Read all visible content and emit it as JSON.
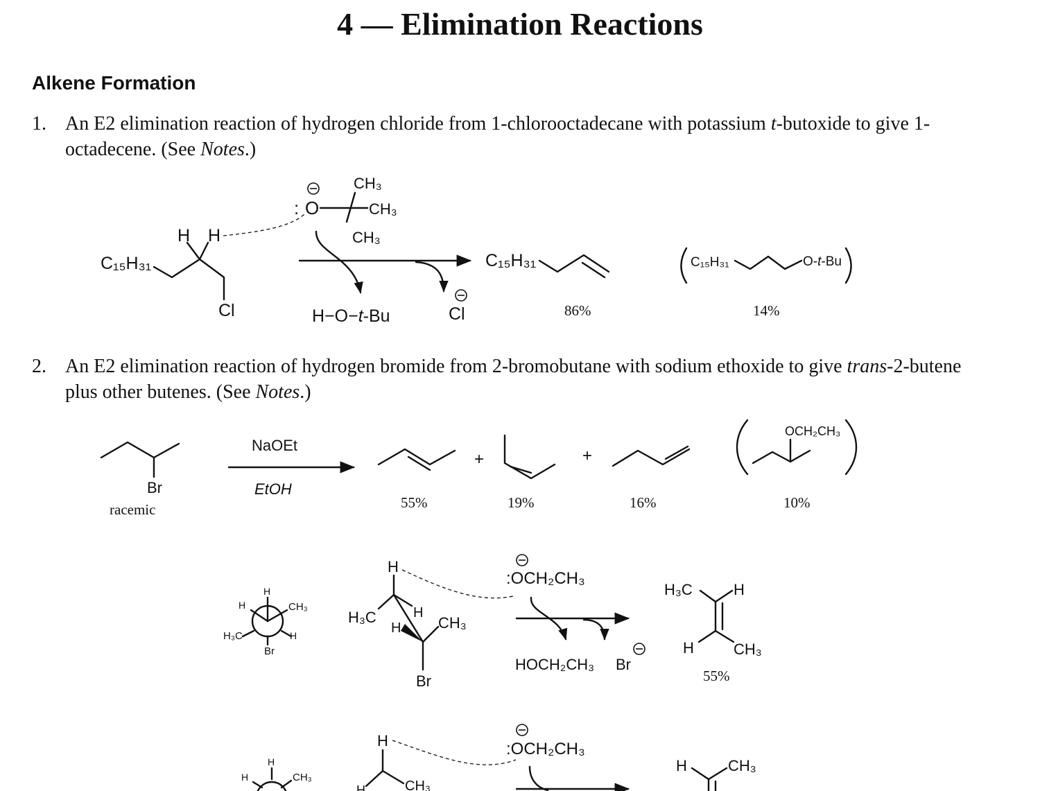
{
  "title": "4 — Elimination Reactions",
  "section": "Alkene Formation",
  "items": [
    {
      "number": "1.",
      "text_a": "An E2 elimination reaction of hydrogen chloride from 1-chlorooctadecane with potassium ",
      "text_italic": "t",
      "text_b": "-butoxide to give 1-octadecene. (See ",
      "notes": "Notes",
      "text_c": ".)"
    },
    {
      "number": "2.",
      "text_a": "An E2 elimination reaction of hydrogen bromide from 2-bromobutane with sodium ethoxide to give ",
      "text_italic": "trans",
      "text_b": "-2-butene plus other butenes. (See ",
      "notes": "Notes",
      "text_c": ".)"
    }
  ],
  "scheme1": {
    "c15h31": "C₁₅H₃₁",
    "h_atom": "H",
    "cl": "Cl",
    "colon": ":",
    "oxygen": "O",
    "ch3": "CH₃",
    "minus": "−",
    "byproduct_alcohol": "H−O−",
    "t_prefix": "t",
    "bu_suffix": "-Bu",
    "ether_tail": "O-",
    "yield_major": "86%",
    "yield_minor": "14%"
  },
  "scheme2": {
    "br": "Br",
    "racemic": "racemic",
    "reagent": "NaOEt",
    "solvent": "EtOH",
    "plus": "+",
    "och2ch3": "OCH₂CH₃",
    "yields": [
      "55%",
      "19%",
      "16%",
      "10%"
    ]
  },
  "mechanism": {
    "h": "H",
    "ch3": "CH₃",
    "h3c": "H₃C",
    "br": "Br",
    "ethoxide": ":OCH₂CH₃",
    "ethanol": "HOCH₂CH₃",
    "minus": "−",
    "yield": "55%"
  }
}
